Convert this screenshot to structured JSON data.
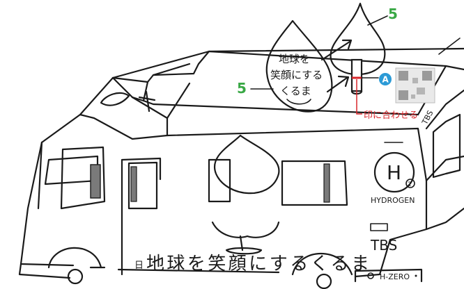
{
  "callouts": {
    "step_number_top": "5",
    "step_number_left": "5",
    "marker_letter": "A",
    "align_note": "印に合わせる"
  },
  "bubble": {
    "line1": "地球を",
    "line2": "笑顔にする",
    "line3": "くるま"
  },
  "van": {
    "side_slogan_box": "日",
    "side_slogan": "地球を笑顔にするくるま",
    "hydrogen_symbol": "H",
    "hydrogen_subscript": "2",
    "hydrogen_word": "HYDROGEN",
    "logo_side": "TBS",
    "logo_rear": "TBS",
    "plate_text": "H-ZERO"
  },
  "colors": {
    "step_green": "#39a845",
    "marker_blue": "#2b9ad6",
    "align_red": "#d9262b"
  }
}
